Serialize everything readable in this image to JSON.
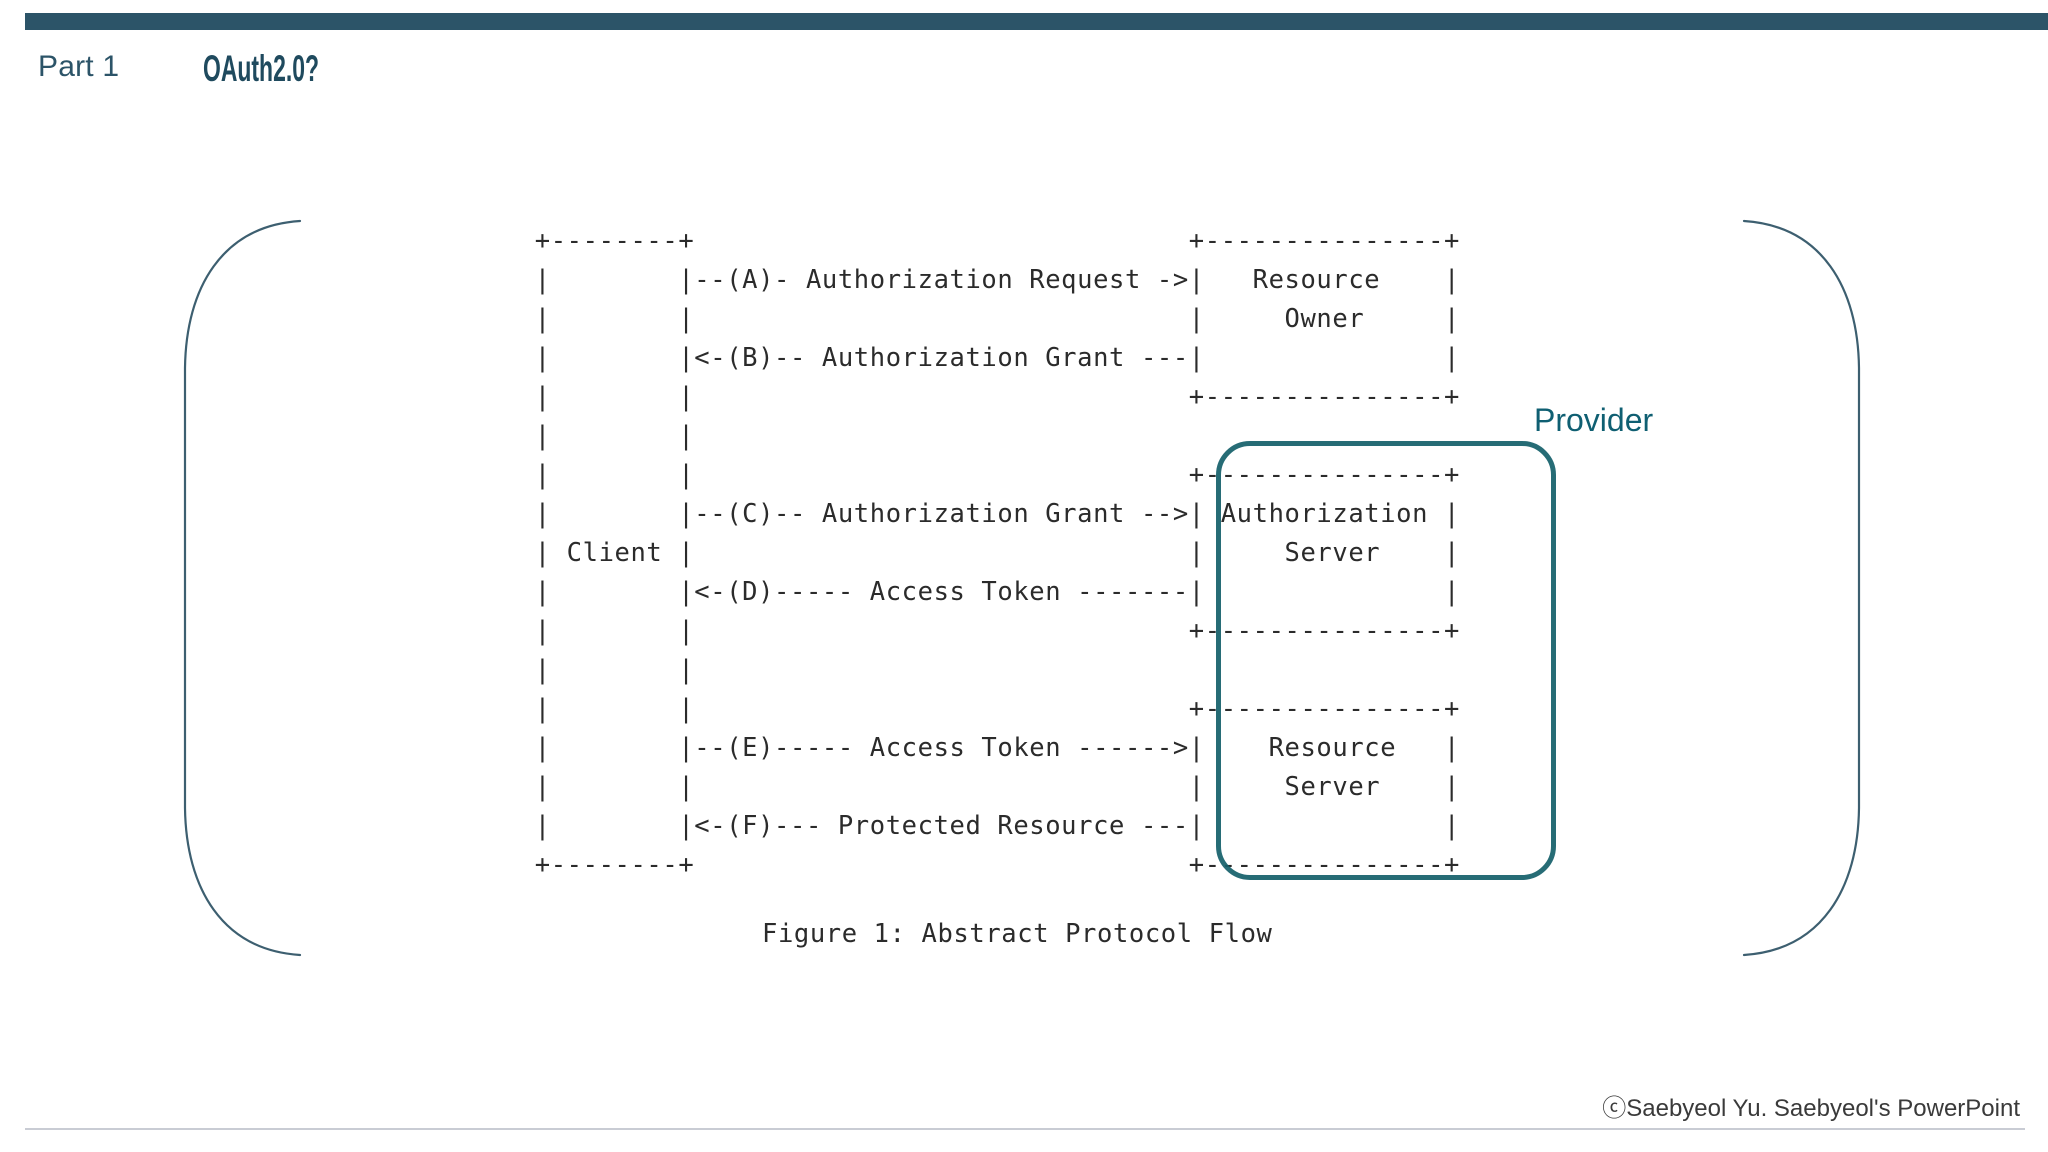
{
  "slide": {
    "part_label": "Part 1",
    "title": "OAuth2.0?",
    "accent_color": "#2c5468",
    "title_color": "#1f4a5e",
    "highlight_color": "#15606b"
  },
  "diagram": {
    "caption": "Figure 1: Abstract Protocol Flow",
    "annotation_label": "Provider",
    "ascii_art": "     +--------+                               +---------------+\n     |        |--(A)- Authorization Request ->|   Resource    |\n     |        |                               |     Owner     |\n     |        |<-(B)-- Authorization Grant ---|               |\n     |        |                               +---------------+\n     |        |\n     |        |                               +---------------+\n     |        |--(C)-- Authorization Grant -->| Authorization |\n     | Client |                               |     Server    |\n     |        |<-(D)----- Access Token -------|               |\n     |        |                               +---------------+\n     |        |\n     |        |                               +---------------+\n     |        |--(E)----- Access Token ------>|    Resource   |\n     |        |                               |     Server    |\n     |        |<-(F)--- Protected Resource ---|               |\n     +--------+                               +---------------+",
    "boxes": [
      {
        "name": "client",
        "lines": [
          "Client"
        ]
      },
      {
        "name": "resource-owner",
        "lines": [
          "Resource",
          "Owner"
        ]
      },
      {
        "name": "authorization-server",
        "lines": [
          "Authorization",
          "Server"
        ]
      },
      {
        "name": "resource-server",
        "lines": [
          "Resource",
          "Server"
        ]
      }
    ],
    "flows": [
      {
        "step": "A",
        "label": "Authorization Request",
        "direction": "client-to-resource-owner"
      },
      {
        "step": "B",
        "label": "Authorization Grant",
        "direction": "resource-owner-to-client"
      },
      {
        "step": "C",
        "label": "Authorization Grant",
        "direction": "client-to-authorization-server"
      },
      {
        "step": "D",
        "label": "Access Token",
        "direction": "authorization-server-to-client"
      },
      {
        "step": "E",
        "label": "Access Token",
        "direction": "client-to-resource-server"
      },
      {
        "step": "F",
        "label": "Protected Resource",
        "direction": "resource-server-to-client"
      }
    ]
  },
  "footer": {
    "credit": "ⓒSaebyeol Yu. Saebyeol's PowerPoint"
  }
}
